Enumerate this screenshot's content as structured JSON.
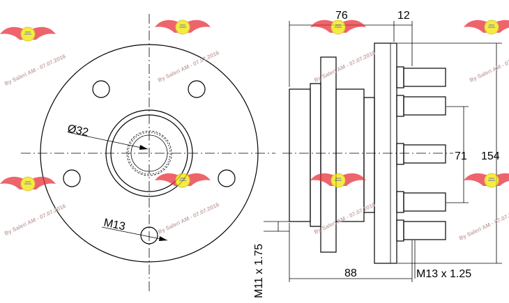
{
  "labels": {
    "d76": "76",
    "d12": "12",
    "d154": "154",
    "d71": "71",
    "d88": "88",
    "d32": "Ø32",
    "m13": "M13",
    "m11": "M11 x 1.75",
    "m13x": "M13 x 1.25"
  },
  "watermark": {
    "text": "By Saleri AM - 07.07.2016"
  },
  "colors": {
    "line": "#000000",
    "wing": "#e8303a",
    "badge": "#f2e600"
  }
}
